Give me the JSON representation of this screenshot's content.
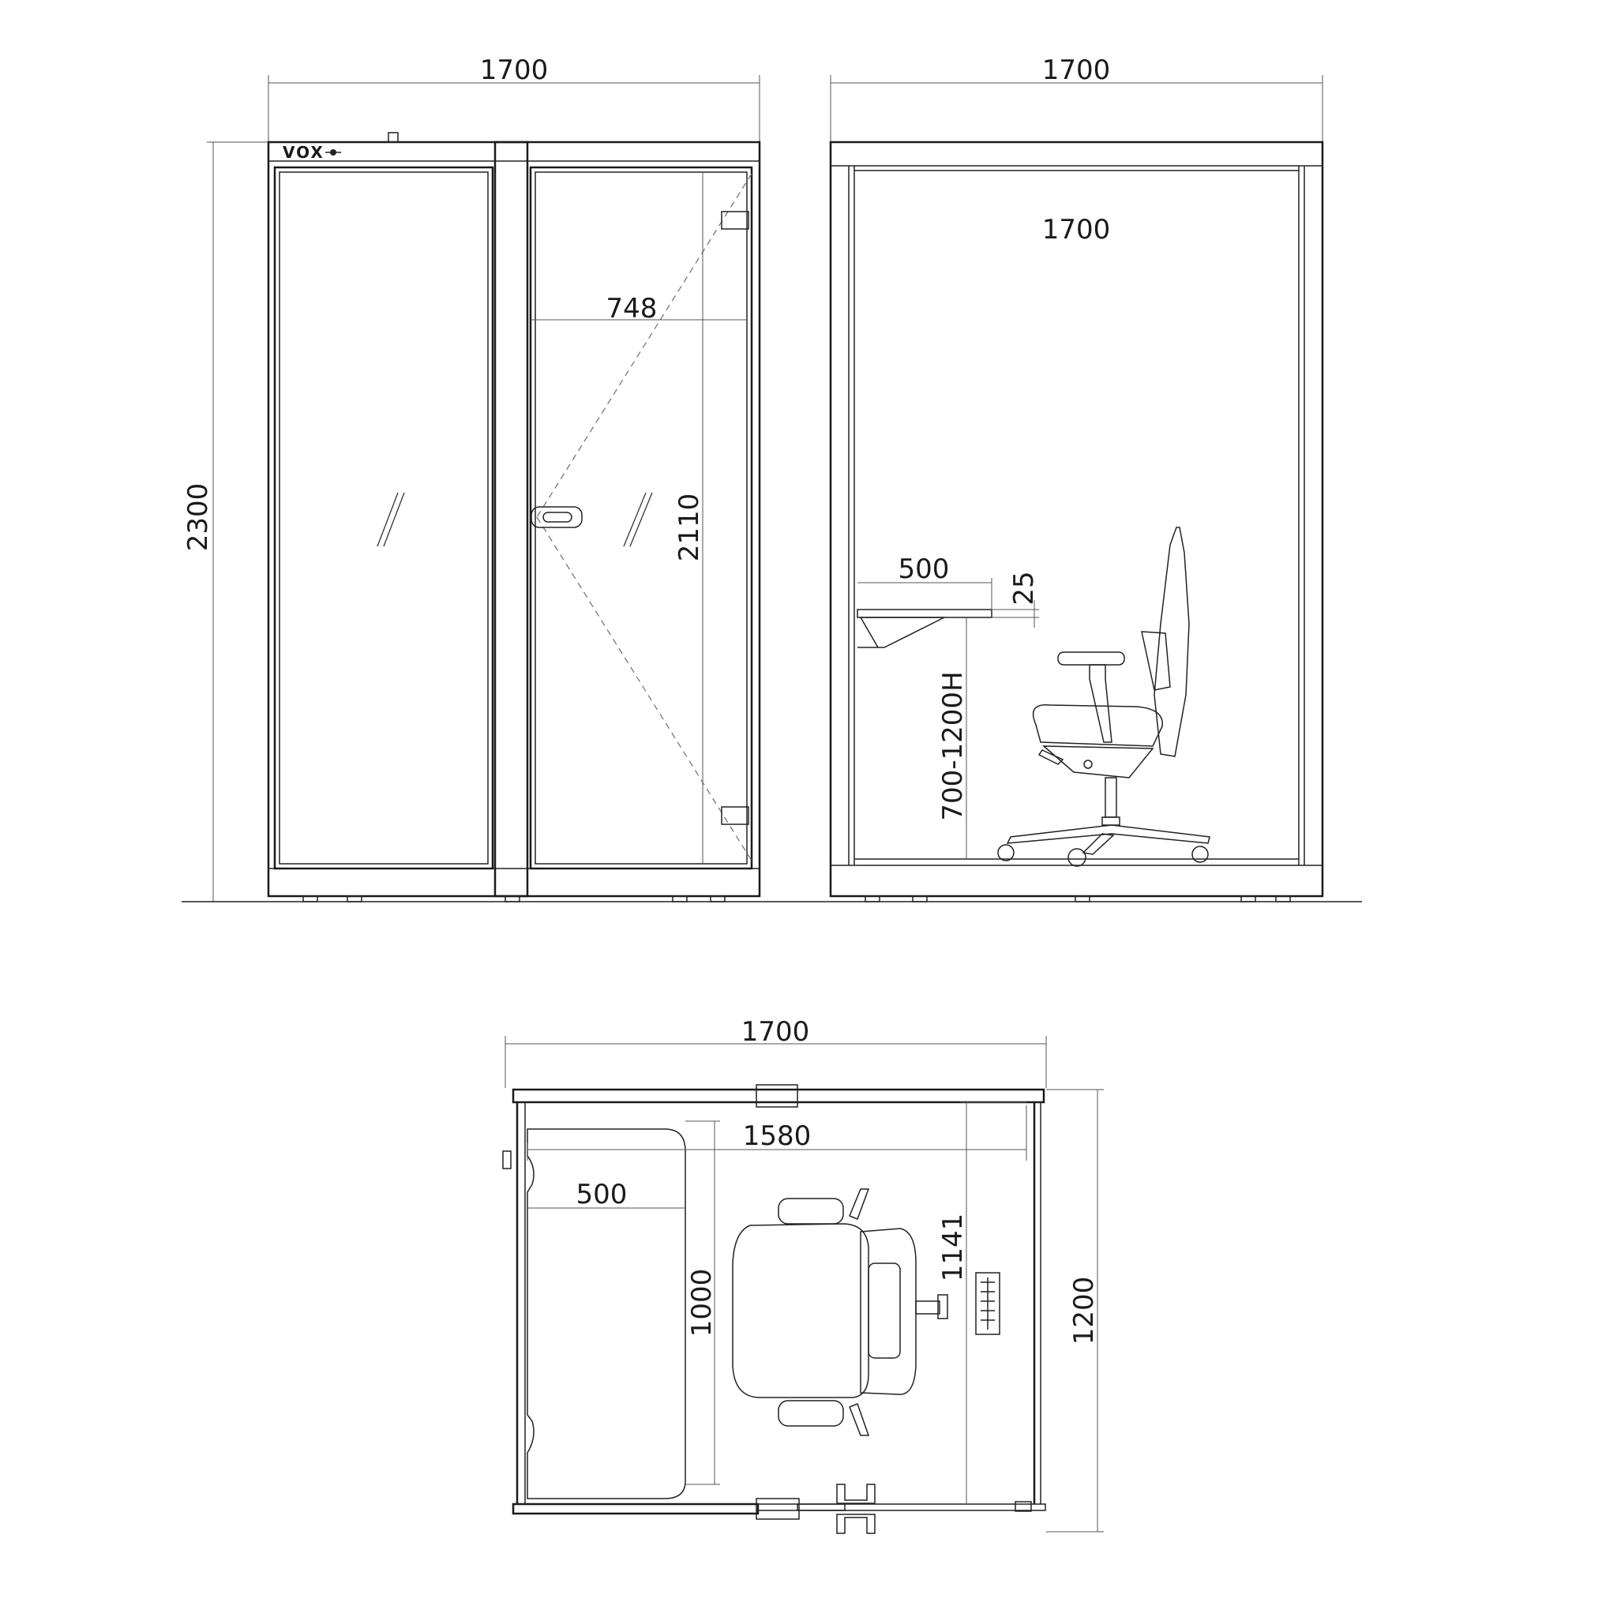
{
  "brand": {
    "logo_text": "VOX"
  },
  "front_view": {
    "width": "1700",
    "height": "2300",
    "door_handle_span": "748",
    "door_height": "2110"
  },
  "side_view": {
    "outer_width": "1700",
    "inner_width": "1700",
    "desk_depth": "500",
    "desk_thickness": "25",
    "desk_height_range": "700-1200H"
  },
  "plan_view": {
    "outer_width": "1700",
    "inner_width": "1580",
    "desk_depth": "500",
    "desk_length": "1000",
    "inner_depth": "1141",
    "outer_depth": "1200"
  },
  "icons": [
    "glass-reflection-icon",
    "door-handle-icon",
    "door-hinge-icon",
    "office-chair-icon",
    "ventilation-grille-icon"
  ]
}
